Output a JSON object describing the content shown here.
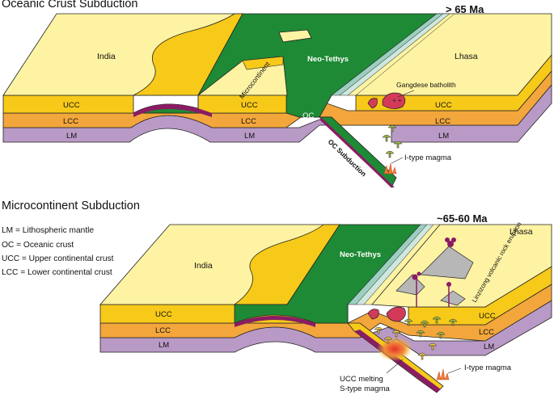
{
  "panels": [
    {
      "title": "Oceanic Crust Subduction",
      "age": "> 65 Ma",
      "labels": {
        "india": "India",
        "lhasa": "Lhasa",
        "neo_tethys": "Neo-Tethys",
        "microcontinent": "Microcontinent",
        "gangdese": "Gangdese batholith",
        "ucc": "UCC",
        "lcc": "LCC",
        "lm": "LM",
        "oc": "OC",
        "oc_subduction": "OC Subduction",
        "i_type": "I-type magma"
      }
    },
    {
      "title": "Microcontinent Subduction",
      "age": "~65-60 Ma",
      "labels": {
        "india": "India",
        "lhasa": "Lhasa",
        "neo_tethys": "Neo-Tethys",
        "linzizong": "Linzizong volcanic rock eruption",
        "ucc": "UCC",
        "lcc": "LCC",
        "lm": "LM",
        "ucc_melting": "UCC melting",
        "s_type": "S-type magma",
        "i_type": "I-type magma"
      }
    }
  ],
  "legend": [
    "LM = Lithospheric mantle",
    "OC = Oceanic crust",
    "UCC = Upper continental crust",
    "LCC = Lower continental crust"
  ],
  "colors": {
    "plateau": "#fdf3a2",
    "ucc": "#f7c919",
    "lcc": "#f3a63c",
    "lm": "#b99ac6",
    "ocean": "#1e8a35",
    "oc_dark": "#8a1c63",
    "batholith": "#d33a5a",
    "volcano": "#b7b7b7",
    "magma_green": "#a4c14a",
    "magma_yellow": "#f2c94a",
    "flame": "#ef7a3c"
  },
  "icons": [
    "mushroom-magma-icon",
    "flame-icon",
    "volcano-icon"
  ]
}
